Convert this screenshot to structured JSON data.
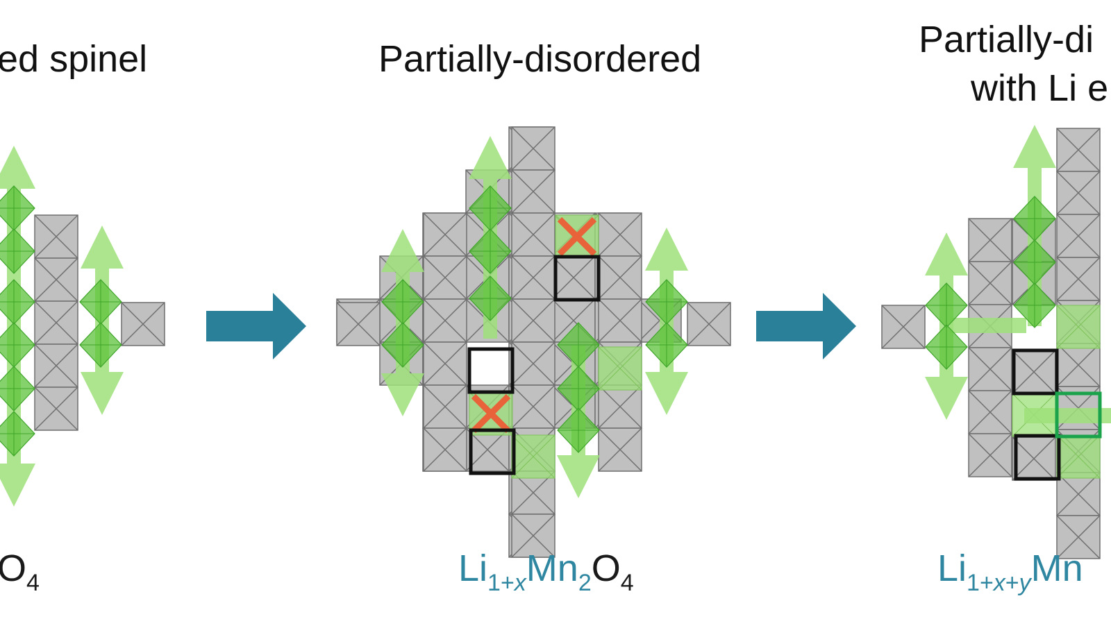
{
  "panels": [
    {
      "title_lines": [
        "ed spinel"
      ],
      "formula": {
        "parts": [
          {
            "t": "O",
            "c": "dark"
          },
          {
            "t": "4",
            "c": "dark",
            "sub": true
          }
        ]
      }
    },
    {
      "title_lines": [
        "Partially-disordered"
      ],
      "formula": {
        "parts": [
          {
            "t": "Li",
            "c": "teal"
          },
          {
            "t": "1+",
            "c": "teal",
            "sub": true
          },
          {
            "t": "x",
            "c": "teal",
            "sub": true,
            "it": true
          },
          {
            "t": "Mn",
            "c": "teal"
          },
          {
            "t": "2",
            "c": "teal",
            "sub": true
          },
          {
            "t": "O",
            "c": "dark"
          },
          {
            "t": "4",
            "c": "dark",
            "sub": true
          }
        ]
      }
    },
    {
      "title_lines": [
        "Partially-di",
        "with Li e"
      ],
      "formula": {
        "parts": [
          {
            "t": "Li",
            "c": "teal"
          },
          {
            "t": "1+",
            "c": "teal",
            "sub": true
          },
          {
            "t": "x",
            "c": "teal",
            "sub": true,
            "it": true
          },
          {
            "t": "+",
            "c": "teal",
            "sub": true
          },
          {
            "t": "y",
            "c": "teal",
            "sub": true,
            "it": true
          },
          {
            "t": "Mn",
            "c": "teal"
          }
        ]
      }
    }
  ],
  "colors": {
    "teal": "#2e86a0",
    "dark": "#1a1a1a",
    "arrow": "#2a7f99",
    "gray": "#c0c0c0",
    "green_light": "#9ee07a",
    "green_dark": "#5cc23a",
    "red_x": "#e8623a",
    "frame": "#111111",
    "frame_green": "#1aa34a"
  },
  "legend_icons": [
    "gray-octahedron-icon",
    "green-octahedron-icon",
    "red-x-icon",
    "blocked-site-icon"
  ]
}
